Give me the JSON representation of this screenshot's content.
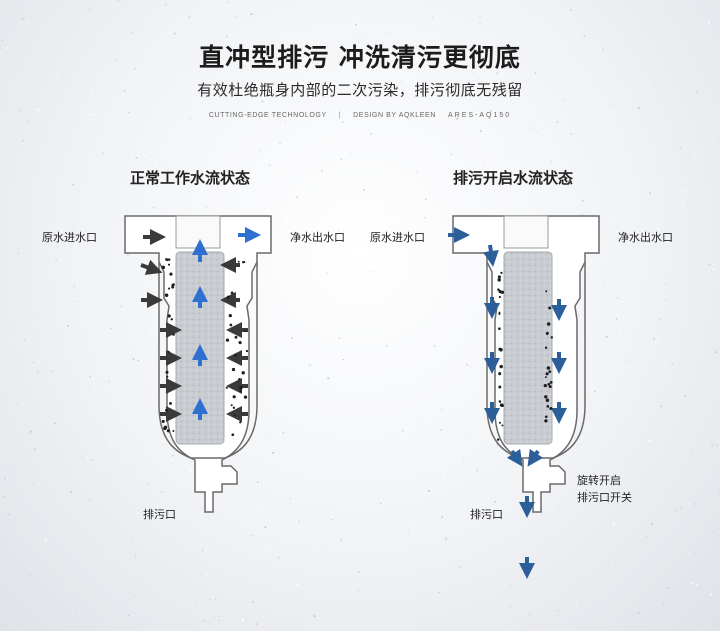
{
  "title": "直冲型排污 冲洗清污更彻底",
  "subtitle": "有效杜绝瓶身内部的二次污染，排污彻底无残留",
  "tagline": {
    "left": "CUTTING-EDGE TECHNOLOGY",
    "right": "DESIGN BY AQKLEEN",
    "model": "ARES-AQ150"
  },
  "panels": [
    {
      "title": "正常工作水流状态",
      "inlet_label": "原水进水口",
      "outlet_label": "净水出水口",
      "drain_label": "排污口"
    },
    {
      "title": "排污开启水流状态",
      "inlet_label": "原水进水口",
      "outlet_label": "净水出水口",
      "drain_label": "排污口",
      "valve_label_line1": "旋转开启",
      "valve_label_line2": "排污口开关"
    }
  ],
  "colors": {
    "flow_dirty": "#3a3a3a",
    "flow_clean": "#2e6fd0",
    "flow_flush": "#2c5e9a",
    "housing": "#ffffff",
    "outline": "#6a6a6a",
    "filter": "#c9ccd1"
  }
}
